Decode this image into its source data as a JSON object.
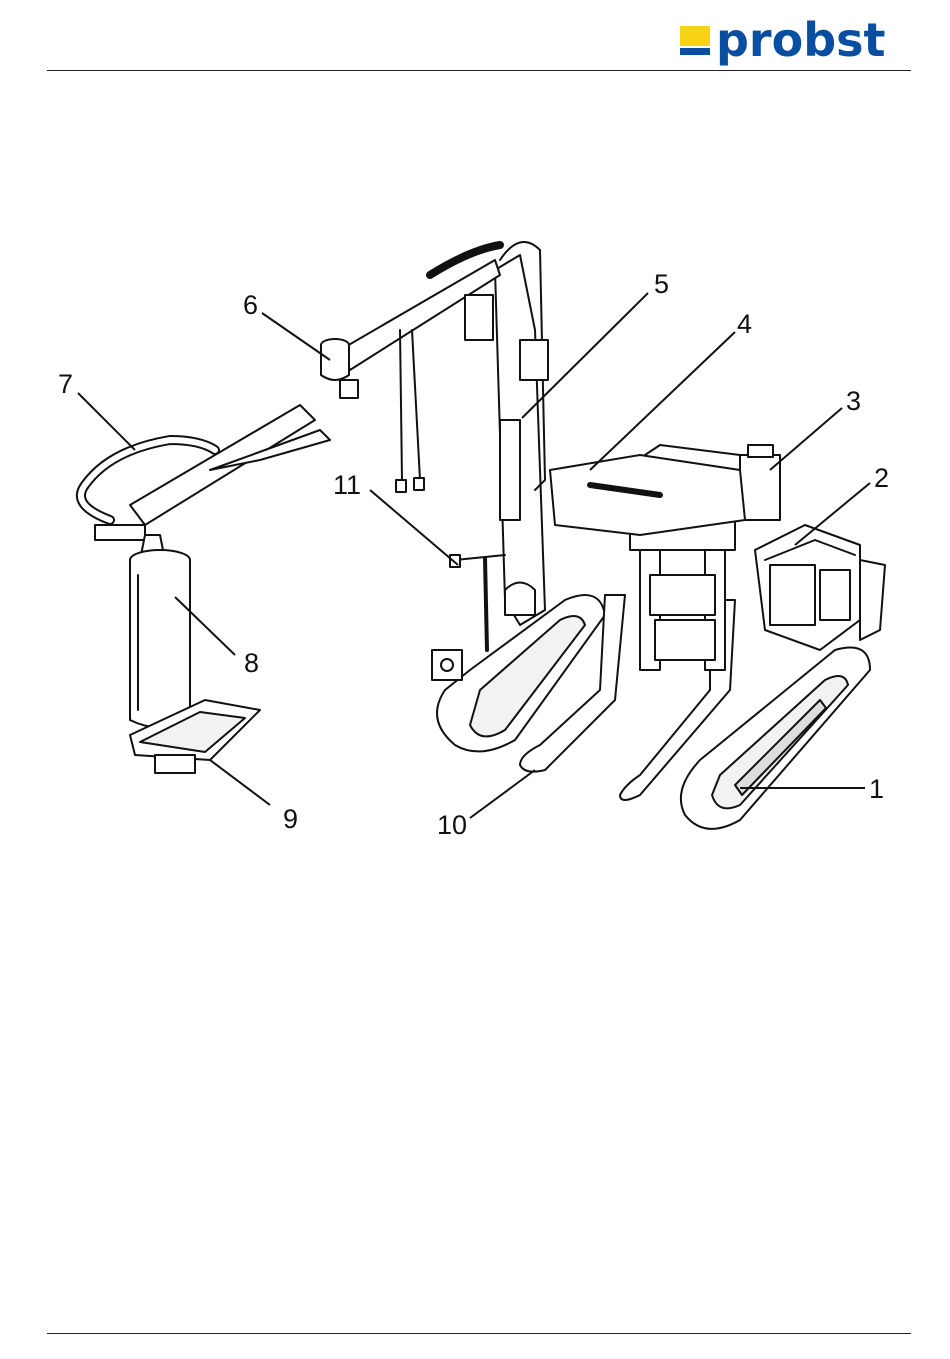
{
  "header": {
    "logo_text": "probst",
    "brand_colors": {
      "yellow": "#f7d417",
      "blue": "#0a4ea2"
    }
  },
  "diagram": {
    "callouts": [
      {
        "id": "1",
        "label": "1"
      },
      {
        "id": "2",
        "label": "2"
      },
      {
        "id": "3",
        "label": "3"
      },
      {
        "id": "4",
        "label": "4"
      },
      {
        "id": "5",
        "label": "5"
      },
      {
        "id": "6",
        "label": "6"
      },
      {
        "id": "7",
        "label": "7"
      },
      {
        "id": "8",
        "label": "8"
      },
      {
        "id": "9",
        "label": "9"
      },
      {
        "id": "10",
        "label": "10"
      },
      {
        "id": "11",
        "label": "11"
      }
    ]
  }
}
